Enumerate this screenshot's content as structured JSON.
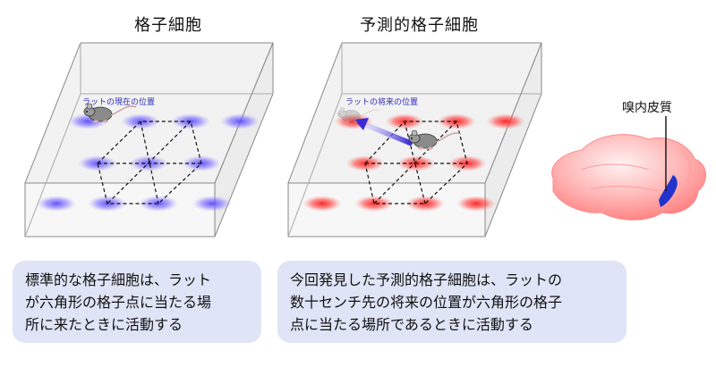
{
  "panels": {
    "left_title": "格子細胞",
    "right_title": "予測的格子細胞",
    "left_rat_label": "ラットの現在の位置",
    "right_rat_label": "ラットの将来の位置"
  },
  "brain": {
    "region_label": "嗅内皮質"
  },
  "captions": {
    "left_lines": [
      "標準的な格子細胞は、ラット",
      "が六角形の格子点に当たる場",
      "所に来たときに活動する"
    ],
    "right_lines": [
      "今回発見した予測的格子細胞は、ラットの",
      "数十センチ先の将来の位置が六角形の格子",
      "点に当たる場所であるときに活動する"
    ]
  },
  "colors": {
    "grid_blue": "#6b5cff",
    "grid_red": "#ff3b3b",
    "brain_fill": "#ff9a9a",
    "region_fill": "#2233cc",
    "caption_bg": "#dfe4f6"
  }
}
